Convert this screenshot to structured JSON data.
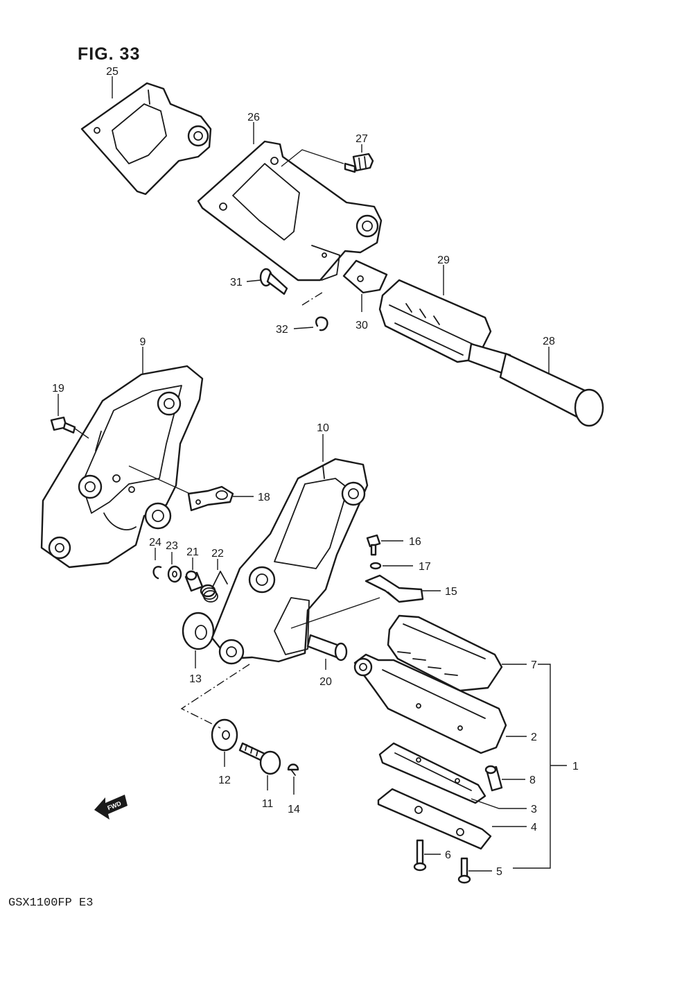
{
  "figure": {
    "title": "FIG. 33",
    "model_code": "GSX1100FP E3",
    "fwd_label": "FWD"
  },
  "callouts": {
    "c1": "1",
    "c2": "2",
    "c3": "3",
    "c4": "4",
    "c5": "5",
    "c6": "6",
    "c7": "7",
    "c8": "8",
    "c9": "9",
    "c10": "10",
    "c11": "11",
    "c12": "12",
    "c13": "13",
    "c14": "14",
    "c15": "15",
    "c16": "16",
    "c17": "17",
    "c18": "18",
    "c19": "19",
    "c20": "20",
    "c21": "21",
    "c22": "22",
    "c23": "23",
    "c24": "24",
    "c25": "25",
    "c26": "26",
    "c27": "27",
    "c28": "28",
    "c29": "29",
    "c30": "30",
    "c31": "31",
    "c32": "32"
  },
  "colors": {
    "ink": "#1a1a1a",
    "paper": "#ffffff"
  }
}
